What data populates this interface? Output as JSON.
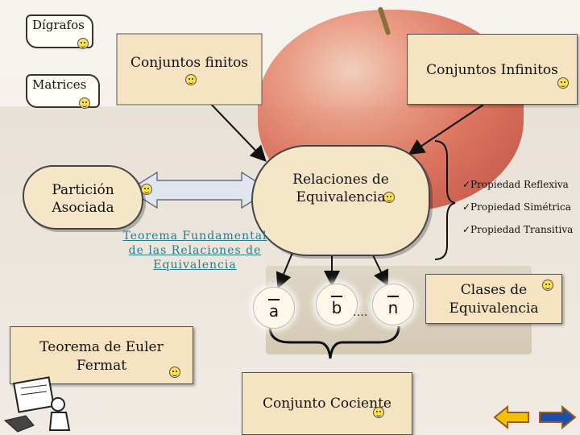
{
  "labels": {
    "digrafos": "Dígrafos",
    "matrices": "Matrices",
    "conjuntos_finitos": "Conjuntos finitos",
    "conjuntos_infinitos": "Conjuntos Infinitos",
    "relaciones": "Relaciones de Equivalencia",
    "particion": "Partición Asociada",
    "teorema_fundamental": "Teorema Fundamental de las Relaciones de Equivalencia",
    "clases": "Clases de Equivalencia",
    "euler": "Teorema de Euler Fermat",
    "cociente": "Conjunto Cociente",
    "dots": "…."
  },
  "properties": [
    "✓Propiedad Reflexiva",
    "✓Propiedad Simétrica",
    "✓Propiedad Transitiva"
  ],
  "classes": [
    "a",
    "b",
    "n"
  ],
  "colors": {
    "box_fill": "#f6e3c2",
    "cloud_fill": "#f6e6c8",
    "link_teal": "#2a7a8a",
    "arrow_yellow": "#f2c200",
    "arrow_blue": "#1e4fa8",
    "arrow_outline": "#9a5a22"
  },
  "icons": [
    "smiley-icon",
    "left-arrow-icon",
    "right-arrow-icon",
    "scroll-icon",
    "figure-icon"
  ]
}
